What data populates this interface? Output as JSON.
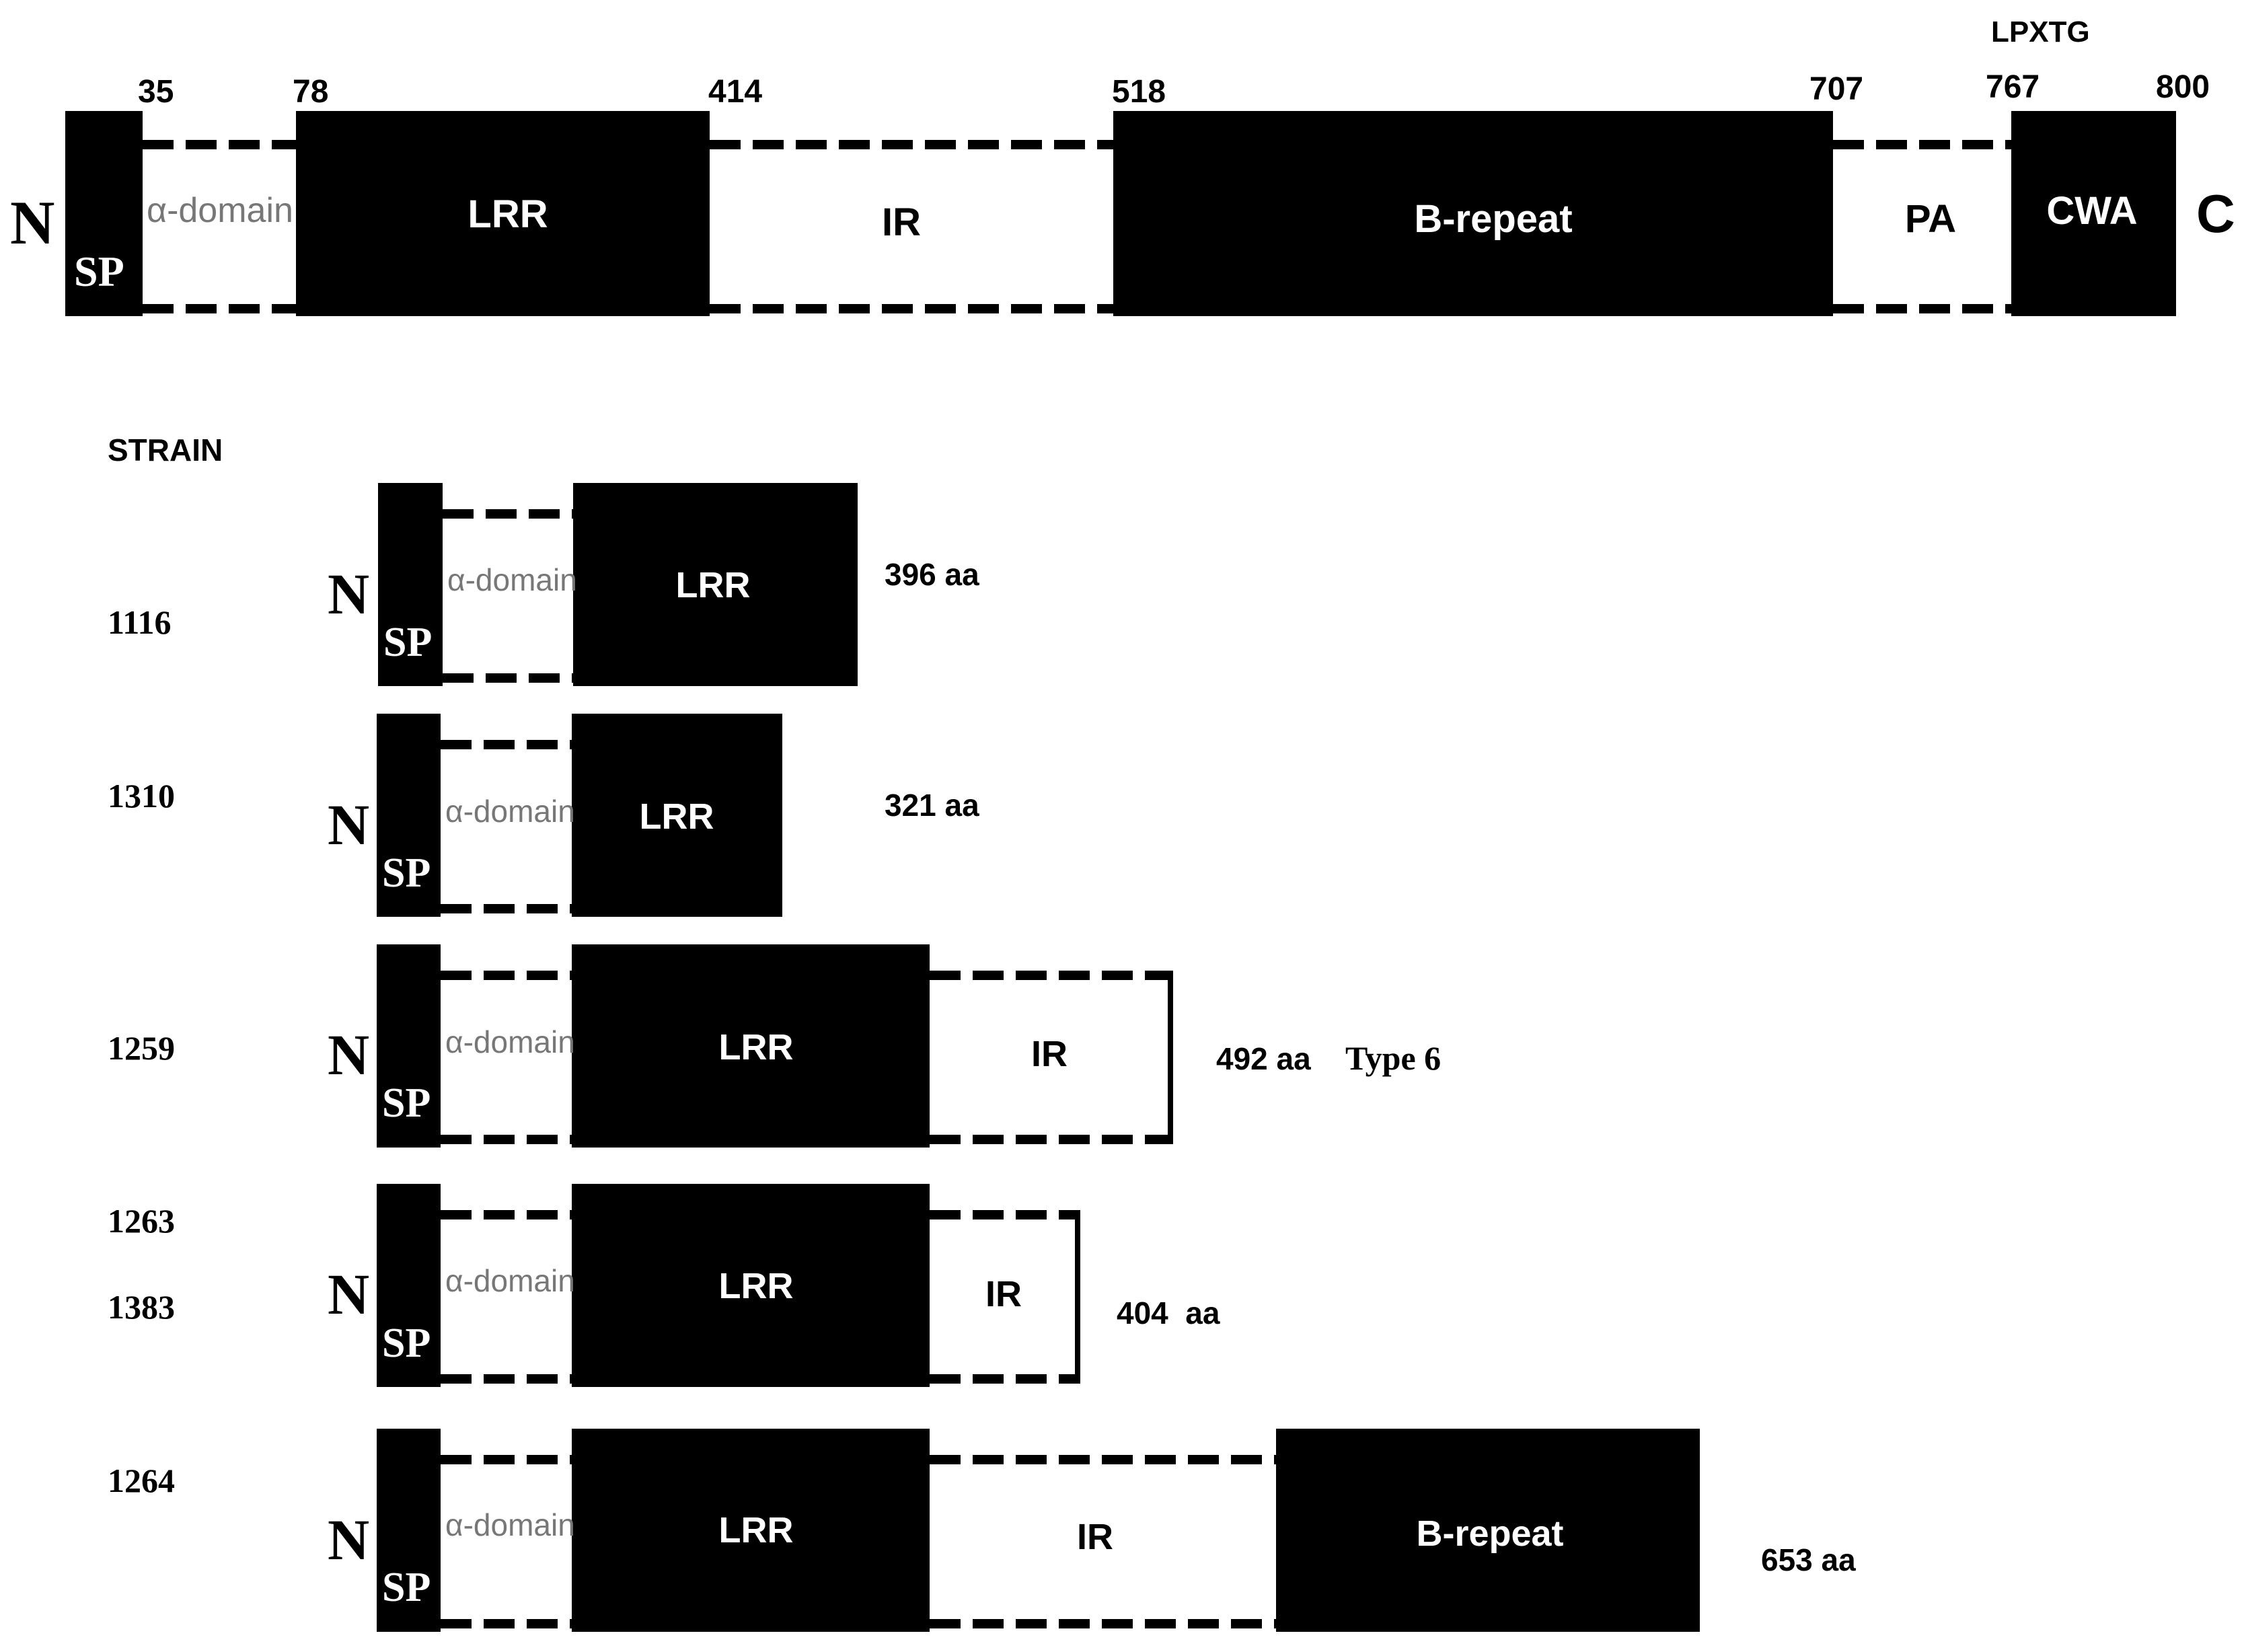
{
  "full_protein": {
    "n_terminus": "N",
    "c_terminus": "C",
    "motif_label": "LPXTG",
    "positions": [
      "35",
      "78",
      "414",
      "518",
      "707",
      "767",
      "800"
    ],
    "domains": {
      "sp": "SP",
      "alpha": "α-domain",
      "lrr": "LRR",
      "ir": "IR",
      "brepeat": "B-repeat",
      "pa": "PA",
      "cwa": "CWA"
    }
  },
  "strain_header": "STRAIN",
  "strains": [
    {
      "ids": [
        "1116"
      ],
      "length": "396 aa",
      "note": "",
      "domains": [
        "SP",
        "α-domain",
        "LRR"
      ]
    },
    {
      "ids": [
        "1310"
      ],
      "length": "321 aa",
      "note": "",
      "domains": [
        "SP",
        "α-domain",
        "LRR"
      ]
    },
    {
      "ids": [
        "1259"
      ],
      "length": "492 aa",
      "note": "Type 6",
      "domains": [
        "SP",
        "α-domain",
        "LRR",
        "IR"
      ]
    },
    {
      "ids": [
        "1263",
        "1383"
      ],
      "length": "404  aa",
      "note": "",
      "domains": [
        "SP",
        "α-domain",
        "LRR",
        "IR"
      ]
    },
    {
      "ids": [
        "1264"
      ],
      "length": "653 aa",
      "note": "",
      "domains": [
        "SP",
        "α-domain",
        "LRR",
        "IR",
        "B-repeat"
      ]
    }
  ]
}
